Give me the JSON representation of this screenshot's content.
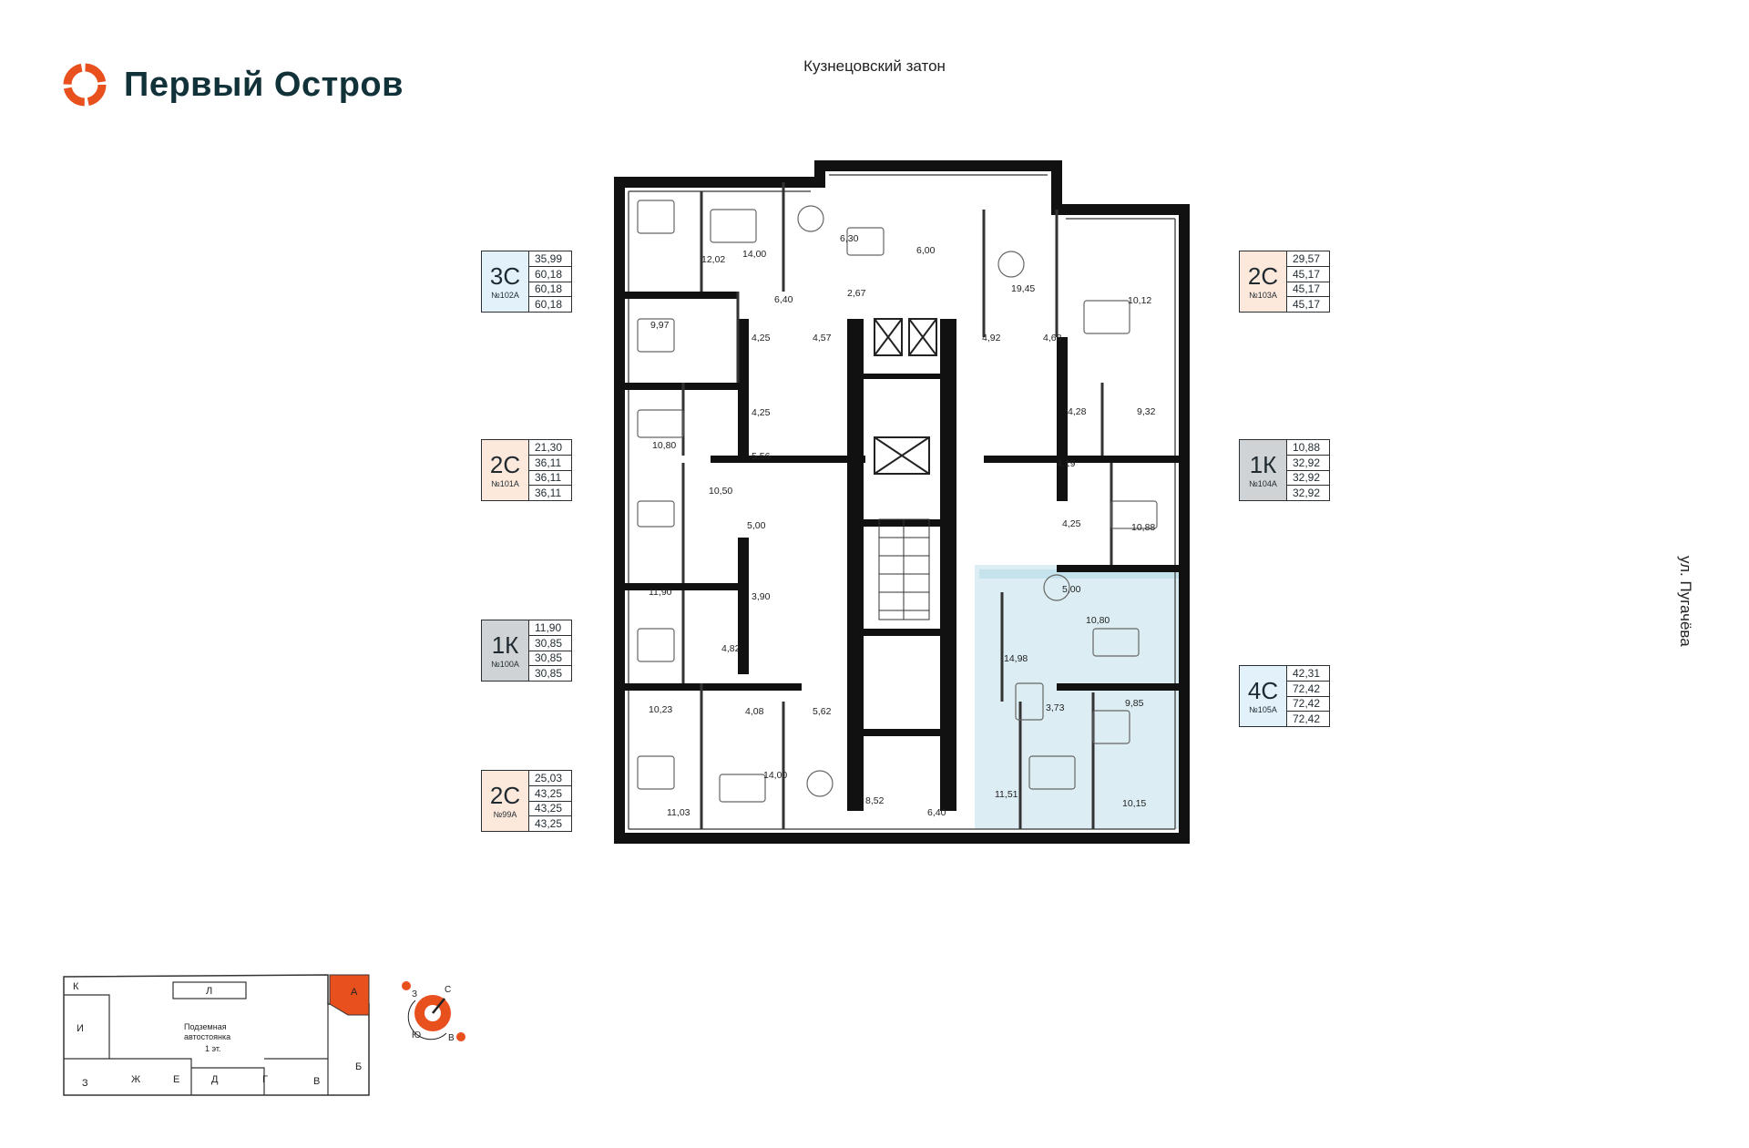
{
  "header": {
    "brand_name": "Первый Остров",
    "street_top": "Кузнецовский затон",
    "street_right": "ул. Пугачёва"
  },
  "colors": {
    "brand_orange": "#e8501e",
    "brand_dark": "#12323a",
    "tag_blue": "#e3f1fb",
    "tag_peach": "#fde9dc",
    "tag_gray": "#cfd3d6",
    "highlight_apartment": "#dceef3"
  },
  "apartments": [
    {
      "type": "3С",
      "number": "№102А",
      "areas": [
        "35,99",
        "60,18",
        "60,18",
        "60,18"
      ]
    },
    {
      "type": "2С",
      "number": "№101А",
      "areas": [
        "21,30",
        "36,11",
        "36,11",
        "36,11"
      ]
    },
    {
      "type": "1К",
      "number": "№100А",
      "areas": [
        "11,90",
        "30,85",
        "30,85",
        "30,85"
      ]
    },
    {
      "type": "2С",
      "number": "№99А",
      "areas": [
        "25,03",
        "43,25",
        "43,25",
        "43,25"
      ]
    },
    {
      "type": "2С",
      "number": "№103А",
      "areas": [
        "29,57",
        "45,17",
        "45,17",
        "45,17"
      ]
    },
    {
      "type": "1К",
      "number": "№104А",
      "areas": [
        "10,88",
        "32,92",
        "32,92",
        "32,92"
      ]
    },
    {
      "type": "4С",
      "number": "№105А",
      "areas": [
        "42,31",
        "72,42",
        "72,42",
        "72,42"
      ]
    }
  ],
  "rooms": {
    "r1": "12,02",
    "r2": "14,00",
    "r3": "6,30",
    "r4": "6,00",
    "r5": "19,45",
    "r6": "10,12",
    "r7": "6,40",
    "r8": "2,67",
    "r9": "9,97",
    "r10": "4,25",
    "r11": "4,57",
    "r12": "4,92",
    "r13": "4,68",
    "r14": "4,25",
    "r15": "10,80",
    "r16": "5,56",
    "r17": "4,28",
    "r18": "9,32",
    "r19": "4,19",
    "r20": "10,50",
    "r21": "5,00",
    "r22": "4,25",
    "r23": "10,88",
    "r24": "5,00",
    "r25": "11,90",
    "r26": "3,90",
    "r27": "10,80",
    "r28": "4,82",
    "r29": "14,98",
    "r30": "10,23",
    "r31": "4,08",
    "r32": "5,62",
    "r33": "3,73",
    "r34": "9,85",
    "r35": "14,00",
    "r36": "8,52",
    "r37": "11,03",
    "r38": "6,40",
    "r39": "11,51",
    "r40": "10,15"
  },
  "site_map": {
    "sections": {
      "k": "К",
      "l": "Л",
      "a": "А",
      "i": "И",
      "z": "З",
      "zh": "Ж",
      "e": "Е",
      "d": "Д",
      "g": "Г",
      "v": "В",
      "b": "Б"
    },
    "parking_line1": "Подземная",
    "parking_line2": "автостоянка",
    "parking_level": "1 эт."
  },
  "compass": {
    "north": "С",
    "south": "Ю",
    "west": "З",
    "east": "В"
  }
}
